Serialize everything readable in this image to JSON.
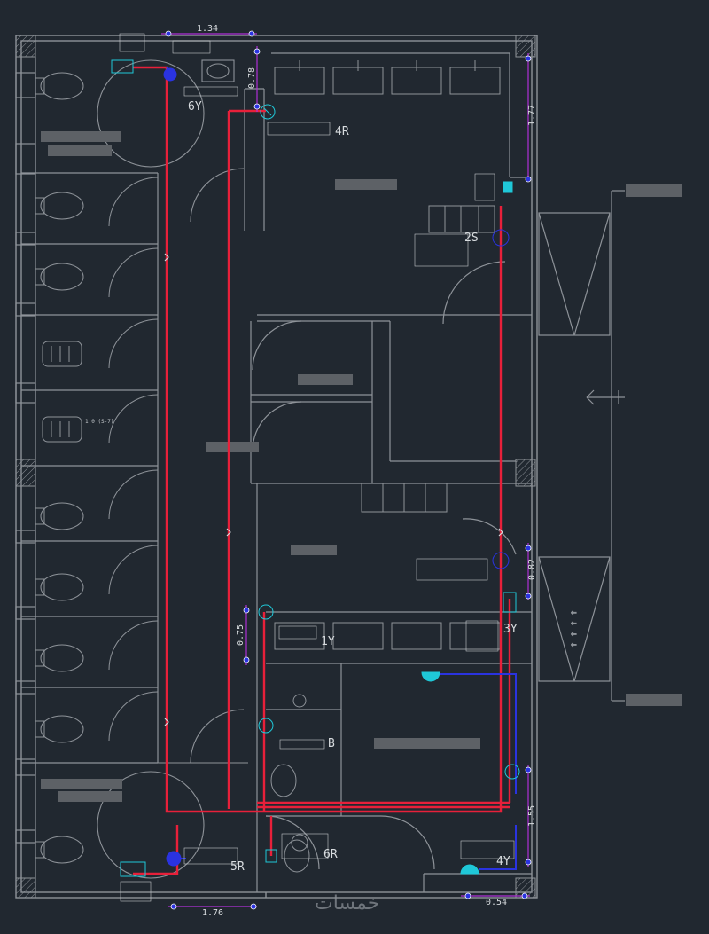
{
  "dimensions": {
    "top_width": "1.34",
    "bottom_width": "1.76",
    "top_right_height": "1.77",
    "top_left_height": "0.78",
    "mid_left_height": "0.75",
    "right_short": "0.82",
    "right_long": "1.55",
    "bottom_right_width": "0.54"
  },
  "fixture_tags": {
    "tag_6y": "6Y",
    "tag_4r": "4R",
    "tag_2s": "2S",
    "tag_3y": "3Y",
    "tag_1y": "1Y",
    "tag_5r": "5R",
    "tag_6r": "6R",
    "tag_4y": "4Y",
    "tag_b": "B"
  },
  "stall_note": "1.0 (S-7)",
  "watermark": "خمسات",
  "colors": {
    "background": "#212830",
    "wall": "#8e9399",
    "hot_pipe": "#e8203a",
    "cold_pipe": "#2a33e0",
    "valve": "#1fc8d8",
    "dimension": "#b030d8",
    "room_tag": "#5d6166",
    "text": "#d8dcdf"
  }
}
